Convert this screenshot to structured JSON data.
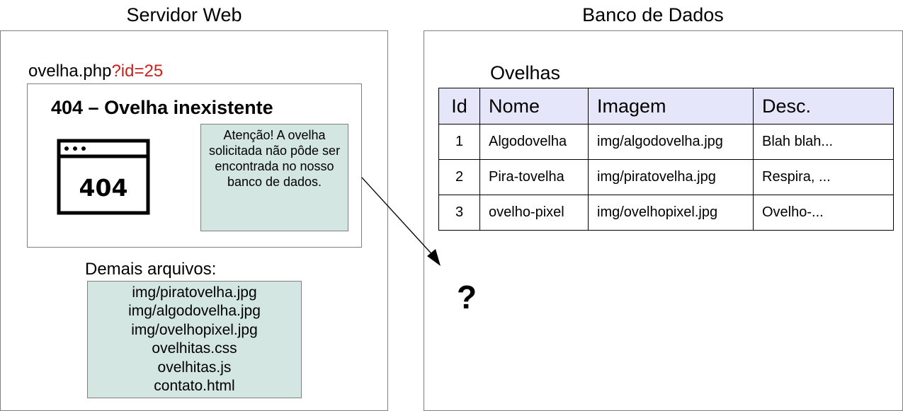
{
  "web_server": {
    "title": "Servidor Web",
    "url": {
      "base": "ovelha.php",
      "query": "?id=25"
    },
    "error_page": {
      "heading": "404 – Ovelha inexistente",
      "icon_text": "404",
      "note": "Atenção! A ovelha solicitada não pôde ser encontrada no nosso banco de dados."
    },
    "other_files": {
      "label": "Demais arquivos:",
      "files": [
        "img/piratovelha.jpg",
        "img/algodovelha.jpg",
        "img/ovelhopixel.jpg",
        "ovelhitas.css",
        "ovelhitas.js",
        "contato.html"
      ]
    }
  },
  "database": {
    "title": "Banco de Dados",
    "table": {
      "name": "Ovelhas",
      "columns": [
        "Id",
        "Nome",
        "Imagem",
        "Desc."
      ],
      "rows": [
        [
          "1",
          "Algodovelha",
          "img/algodovelha.jpg",
          "Blah blah..."
        ],
        [
          "2",
          "Pira-tovelha",
          "img/piratovelha.jpg",
          "Respira, ..."
        ],
        [
          "3",
          "ovelho-pixel",
          "img/ovelhopixel.jpg",
          "Ovelho-..."
        ]
      ]
    },
    "missing_marker": "?"
  },
  "colors": {
    "panel_border": "#7f7f7f",
    "note_fill": "#d3e6e2",
    "table_header_fill": "#e6e6fa",
    "query_param": "#c9211e"
  }
}
